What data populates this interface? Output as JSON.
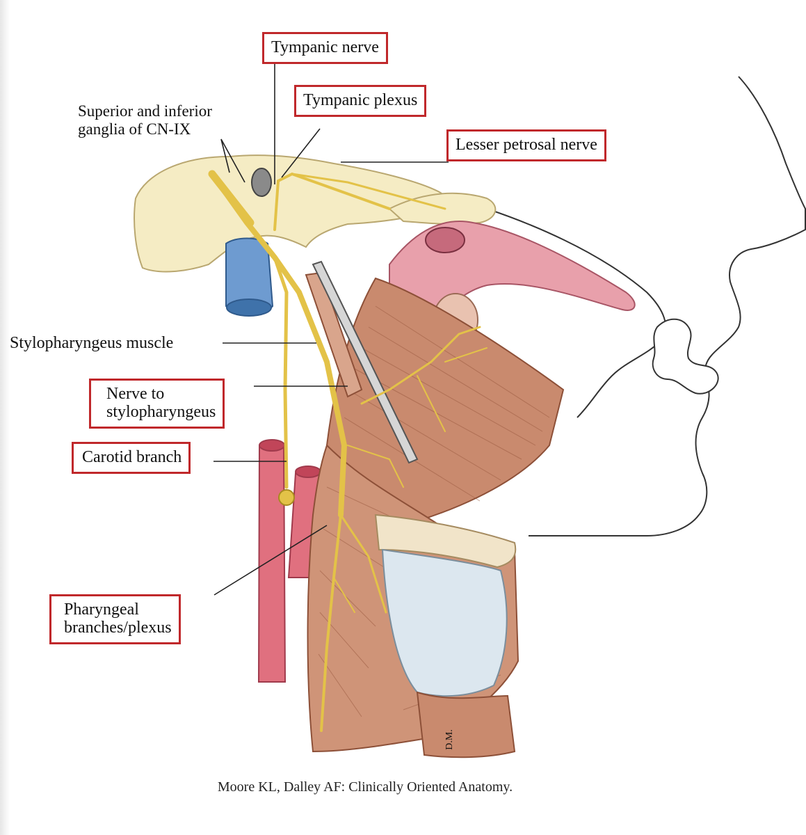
{
  "labels": {
    "tympanic_nerve": "Tympanic nerve",
    "tympanic_plexus": "Tympanic plexus",
    "lesser_petrosal_nerve": "Lesser petrosal nerve",
    "ganglia_line1": "Superior  and inferior",
    "ganglia_line2": "ganglia of  CN-IX",
    "stylopharyngeus_muscle": "Stylopharyngeus muscle",
    "nerve_to_line1": "Nerve to",
    "nerve_to_line2": "stylopharyngeus",
    "carotid_branch": "Carotid branch",
    "pharyngeal_line1": "Pharyngeal",
    "pharyngeal_line2": "branches/plexus"
  },
  "signature": "D.M.",
  "credit": "Moore KL, Dalley AF: Clinically Oriented Anatomy.",
  "colors": {
    "box_border": "#c0282b",
    "nerve": "#e8c955",
    "muscle": "#c98a6e",
    "artery": "#e06a7c",
    "vein": "#5b8fc9",
    "bone": "#f5ecc4",
    "cartilage": "#dbe6ee"
  }
}
